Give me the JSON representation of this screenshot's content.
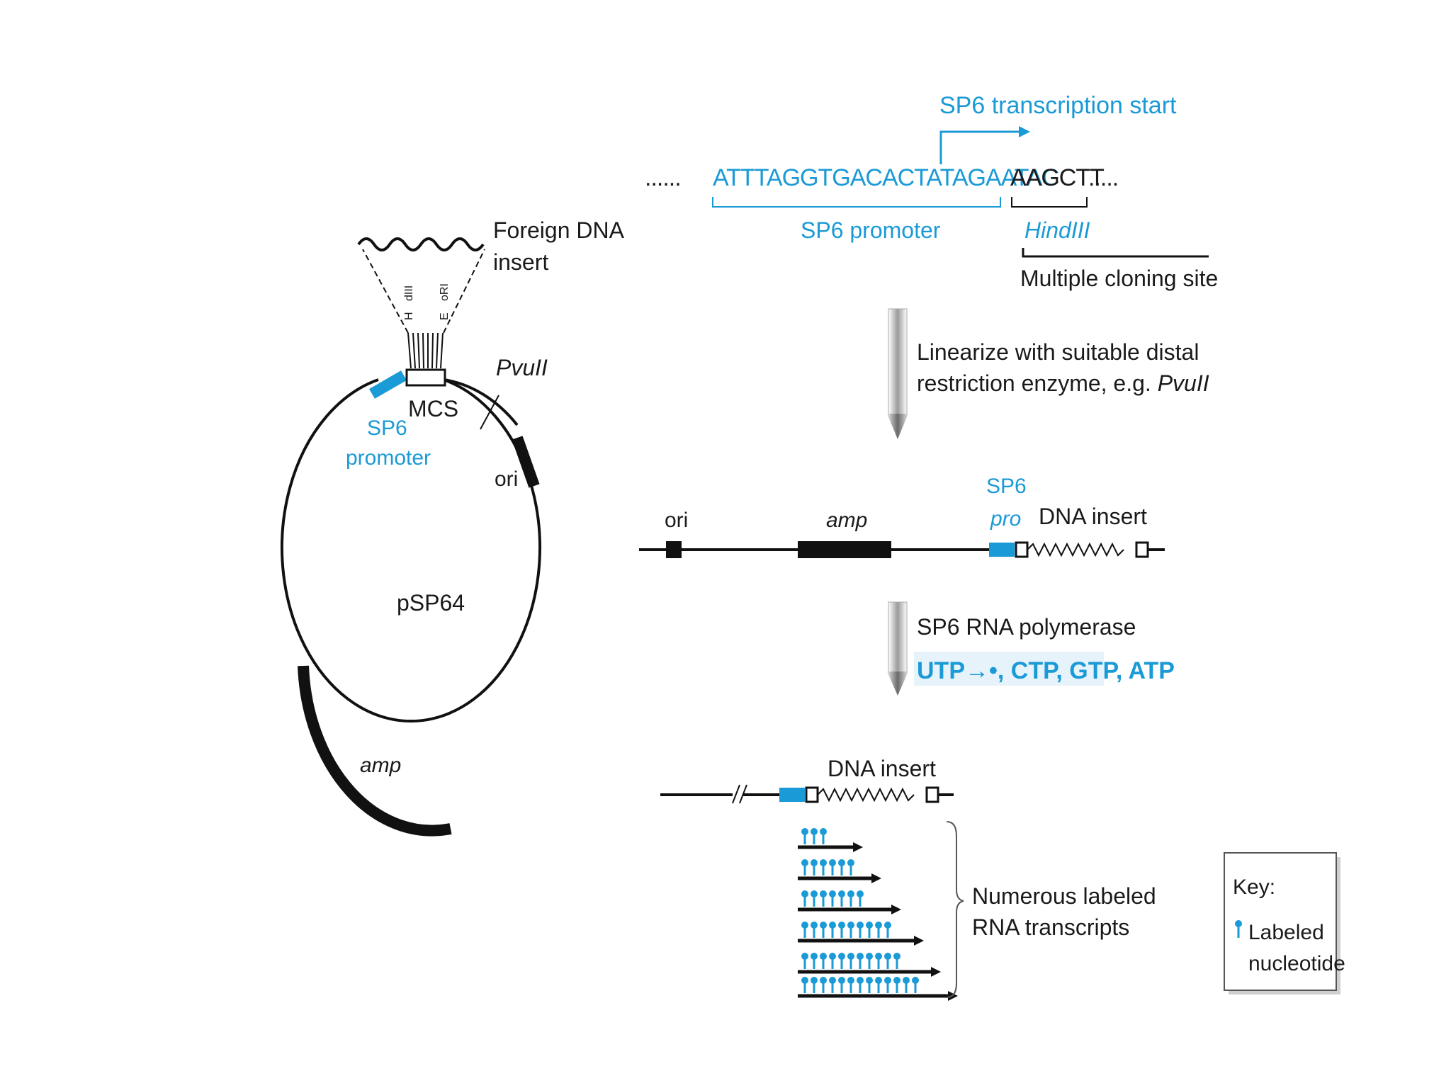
{
  "plasmid": {
    "name": "pSP64",
    "foreign_dna": [
      "Foreign DNA",
      "insert"
    ],
    "mcs": "MCS",
    "sp6_promoter": [
      "SP6",
      "promoter"
    ],
    "pvuii": "PvuII",
    "ori": "ori",
    "amp": "amp",
    "site_labels": [
      "H",
      "dIII",
      "E",
      "oRI"
    ]
  },
  "sequence": {
    "transcription_start": "SP6 transcription start",
    "dots_left": "......",
    "promoter_seq": "ATTTAGGTGACACTATAGAATAC",
    "hind_seq": "AAGCTT",
    "dots_right": ".....",
    "promoter_label": "SP6 promoter",
    "hind_label": "HindIII",
    "mcs_label": "Multiple cloning site"
  },
  "step1": {
    "line1": "Linearize with suitable distal",
    "line2_prefix": "restriction enzyme, e.g. ",
    "line2_enzyme": "PvuII"
  },
  "linear": {
    "ori": "ori",
    "amp": "amp",
    "sp6": "SP6",
    "pro": "pro",
    "insert": "DNA insert"
  },
  "step2": {
    "line1": "SP6 RNA polymerase",
    "utp": "UTP",
    "others": ", CTP, GTP, ATP"
  },
  "transcription": {
    "insert": "DNA insert",
    "transcripts": [
      "Numerous labeled",
      "RNA transcripts"
    ]
  },
  "key": {
    "title": "Key:",
    "label": [
      "Labeled",
      "nucleotide"
    ]
  },
  "colors": {
    "accent_blue": "#1a9ad6",
    "ink": "#111111"
  }
}
